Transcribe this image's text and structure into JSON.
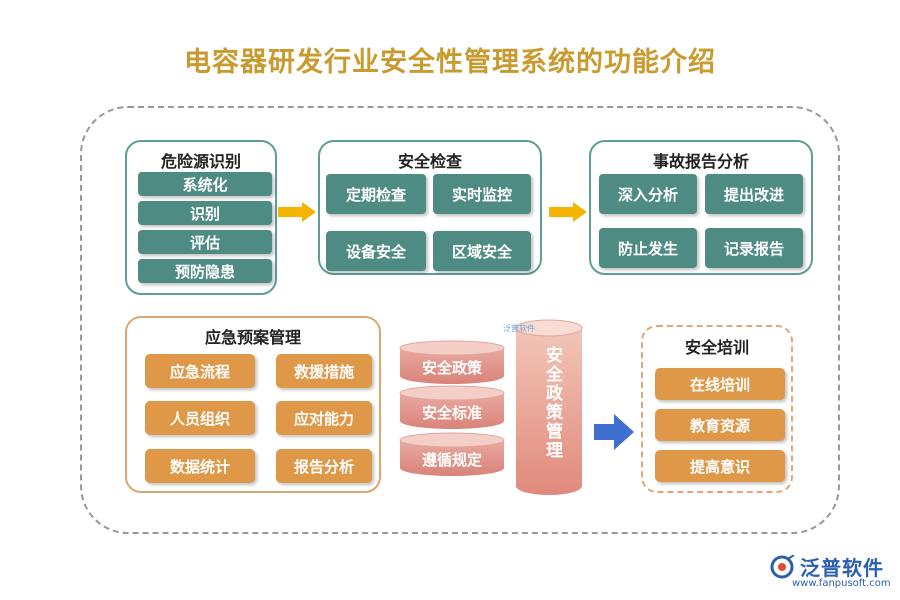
{
  "title": "电容器研发行业安全性管理系统的功能介绍",
  "hazard": {
    "title": "危险源识别",
    "items": [
      "系统化",
      "识别",
      "评估",
      "预防隐患"
    ]
  },
  "safety_check": {
    "title": "安全检查",
    "items": [
      "定期检查",
      "实时监控",
      "设备安全",
      "区域安全"
    ]
  },
  "accident": {
    "title": "事故报告分析",
    "items": [
      "深入分析",
      "提出改进",
      "防止发生",
      "记录报告"
    ]
  },
  "emergency": {
    "title": "应急预案管理",
    "items": [
      "应急流程",
      "救援措施",
      "人员组织",
      "应对能力",
      "数据统计",
      "报告分析"
    ]
  },
  "policy_stack": [
    "安全政策",
    "安全标准",
    "遵循规定"
  ],
  "policy_mgmt": "安全政策管理",
  "training": {
    "title": "安全培训",
    "items": [
      "在线培训",
      "教育资源",
      "提高意识"
    ]
  },
  "logo": {
    "name": "泛普软件",
    "url": "www.fanpusoft.com",
    "watermark": "泛普软件"
  },
  "colors": {
    "title": "#c99a2e",
    "teal": "#4e8b82",
    "orange": "#de9848",
    "arrow_yellow": "#f5b400",
    "arrow_blue": "#3f6fd0"
  }
}
